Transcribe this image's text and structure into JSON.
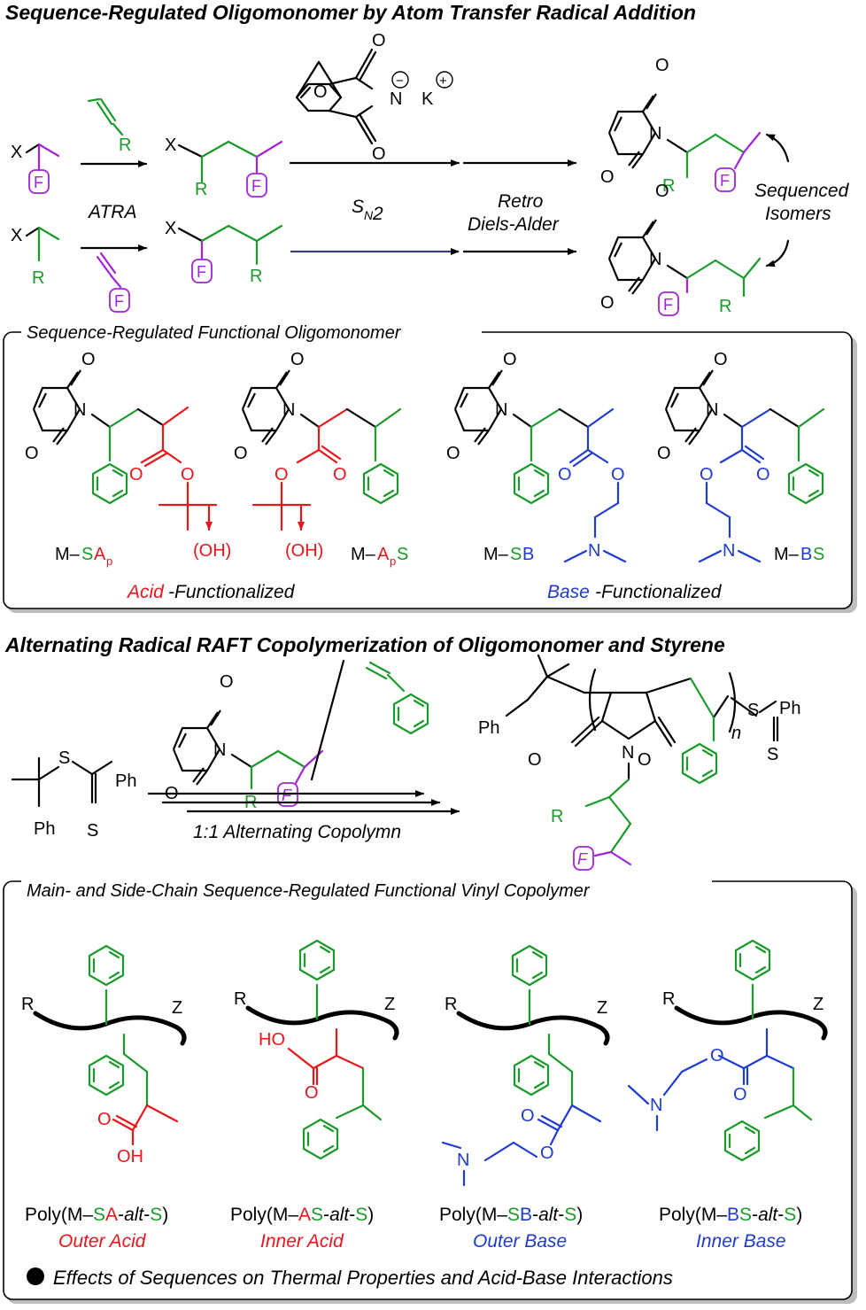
{
  "header1": "Sequence-Regulated Oligomonomer by Atom Transfer Radical Addition",
  "header2": "Alternating Radical RAFT Copolymerization of Oligomonomer and Styrene",
  "atoms": {
    "X": "X",
    "R": "R",
    "F": "F",
    "O": "O",
    "N": "N",
    "K": "K",
    "S": "S",
    "Ph": "Ph",
    "minus": "−",
    "plus": "+",
    "Z": "Z",
    "OH": "OH",
    "HO": "HO",
    "n": "n",
    "F_italic": "F"
  },
  "scheme1": {
    "atra_label": "ATRA",
    "sn2_label": "S",
    "sn2_sub": "N",
    "sn2_num": "2",
    "retro1": "Retro",
    "retro2": "Diels-Alder",
    "sequenced1": "Sequenced",
    "sequenced2": "Isomers"
  },
  "box1": {
    "title": "Sequence-Regulated Functional Oligomonomer",
    "oh_label": "(OH)",
    "labels": {
      "msap_m": "M–",
      "msap_s": "S",
      "msap_a": "A",
      "msap_p": "p",
      "maps_m": "M–",
      "maps_a": "A",
      "maps_p": "p",
      "maps_s": "S",
      "msb_m": "M–",
      "msb_s": "S",
      "msb_b": "B",
      "mbs_m": "M–",
      "mbs_b": "B",
      "mbs_s": "S"
    },
    "acid_word": "Acid",
    "base_word": "Base",
    "functionalized": "-Functionalized"
  },
  "scheme2": {
    "copolymn_label": "1:1 Alternating Copolymn"
  },
  "box2": {
    "title": "Main- and Side-Chain Sequence-Regulated Functional Vinyl Copolymer",
    "polymers": [
      {
        "pre": "Poly(M–",
        "c1": "S",
        "c2": "A",
        "mid": "-",
        "alt": "alt",
        "post": "-",
        "s": "S",
        "close": ")",
        "sub": "Outer Acid"
      },
      {
        "pre": "Poly(M–",
        "c1": "A",
        "c2": "S",
        "mid": "-",
        "alt": "alt",
        "post": "-",
        "s": "S",
        "close": ")",
        "sub": "Inner Acid"
      },
      {
        "pre": "Poly(M–",
        "c1": "S",
        "c2": "B",
        "mid": "-",
        "alt": "alt",
        "post": "-",
        "s": "S",
        "close": ")",
        "sub": "Outer Base"
      },
      {
        "pre": "Poly(M–",
        "c1": "B",
        "c2": "S",
        "mid": "-",
        "alt": "alt",
        "post": "-",
        "s": "S",
        "close": ")",
        "sub": "Inner Base"
      }
    ]
  },
  "footer": "Effects of Sequences on Thermal Properties and Acid-Base Interactions",
  "colors": {
    "acid": "#e8151b",
    "base": "#1f3bd1",
    "styrene": "#1a9a2a",
    "functional": "#a124d6"
  }
}
